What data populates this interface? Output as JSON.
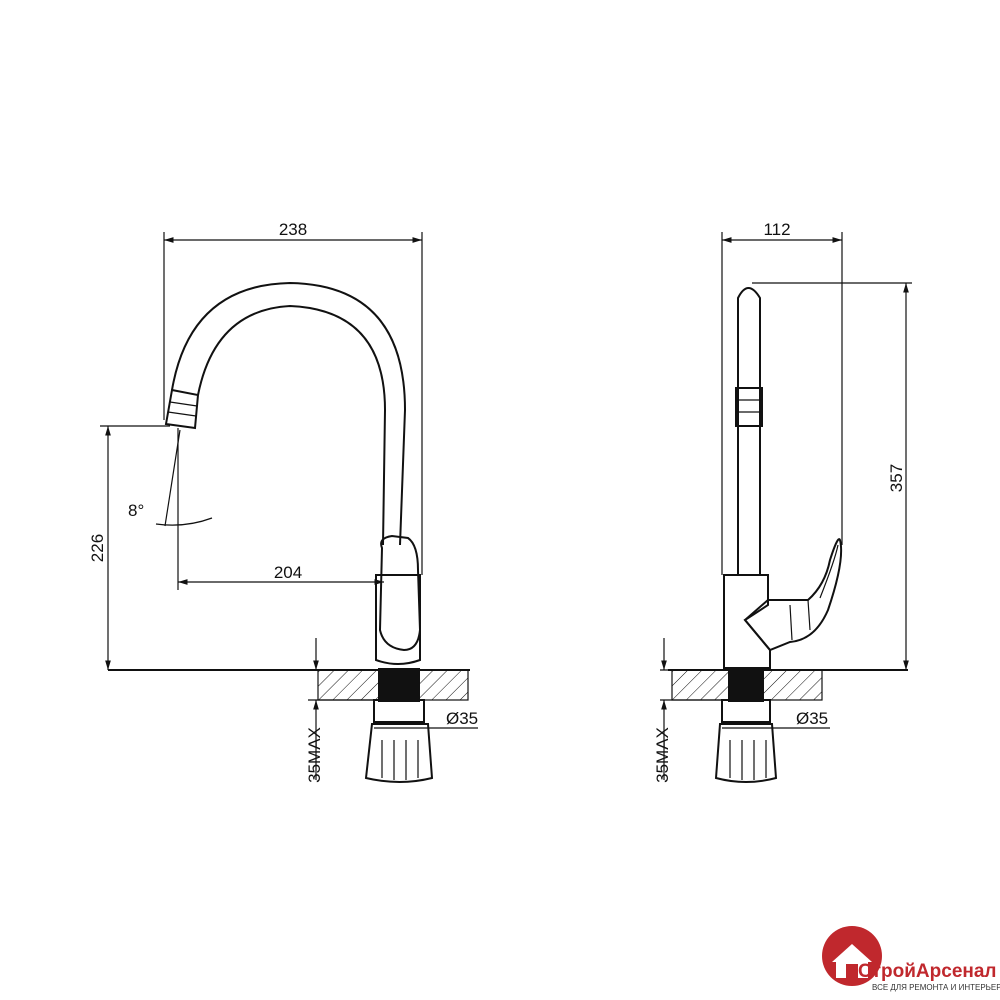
{
  "dimensions": {
    "front_width": "238",
    "front_reach": "204",
    "front_spout_height": "226",
    "front_angle": "8°",
    "front_diameter": "Ø35",
    "front_thickness": "35MAX",
    "side_depth": "112",
    "side_height": "357",
    "side_diameter": "Ø35",
    "side_thickness": "35MAX"
  },
  "logo": {
    "name": "СтройАрсенал",
    "tagline": "ВСЕ ДЛЯ РЕМОНТА И ИНТЕРЬЕРА",
    "color": "#c0282d"
  }
}
